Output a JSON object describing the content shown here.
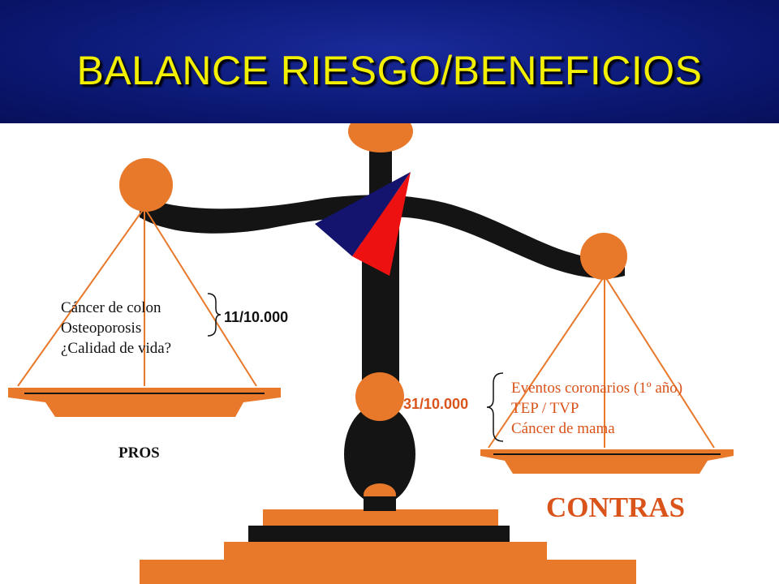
{
  "title": "BALANCE RIESGO/BENEFICIOS",
  "pros": {
    "items": [
      "Cáncer de colon",
      "Osteoporosis",
      "¿Calidad de vida?"
    ],
    "value": "11/10.000",
    "label": "PROS"
  },
  "contras": {
    "items": [
      "Eventos coronarios (1º año)",
      "TEP / TVP",
      "Cáncer de mama"
    ],
    "value": "31/10.000",
    "label": "CONTRAS"
  },
  "colors": {
    "header_bg": "#0c1a78",
    "title": "#f2f000",
    "scale_orange": "#e8782a",
    "scale_black": "#141414",
    "pointer_red": "#ee1111",
    "pointer_blue": "#14146e",
    "contras_text": "#d9531a"
  },
  "icons": [
    "balance-scale-icon",
    "pointer-icon",
    "left-brace-icon",
    "right-brace-icon"
  ]
}
